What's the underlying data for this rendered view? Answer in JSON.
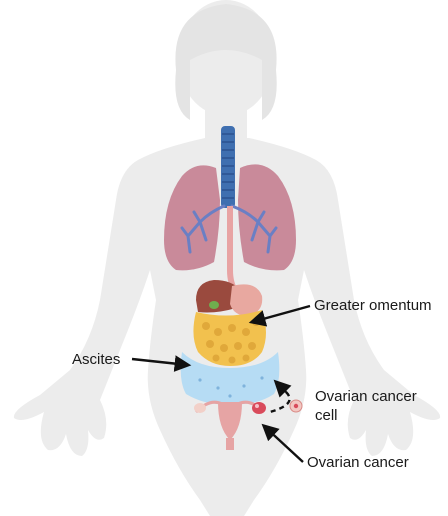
{
  "labels": {
    "greater_omentum": "Greater omentum",
    "ascites": "Ascites",
    "ovarian_cancer_cell": [
      "Ovarian cancer",
      "cell"
    ],
    "ovarian_cancer": "Ovarian cancer"
  },
  "colors": {
    "body_silhouette": "#ececec",
    "body_outline": "#e0e0e0",
    "trachea": "#3f6fb0",
    "lungs": "#c98a9a",
    "bronchi": "#6a7fc4",
    "esophagus": "#e8a3a3",
    "liver": "#9a4a3e",
    "stomach": "#e8a8a0",
    "omentum": "#f2c14e",
    "ascites_fluid": "#b6dcf4",
    "uterus": "#e6a4a4",
    "tumor": "#d94b5b",
    "arrow": "#111111"
  }
}
